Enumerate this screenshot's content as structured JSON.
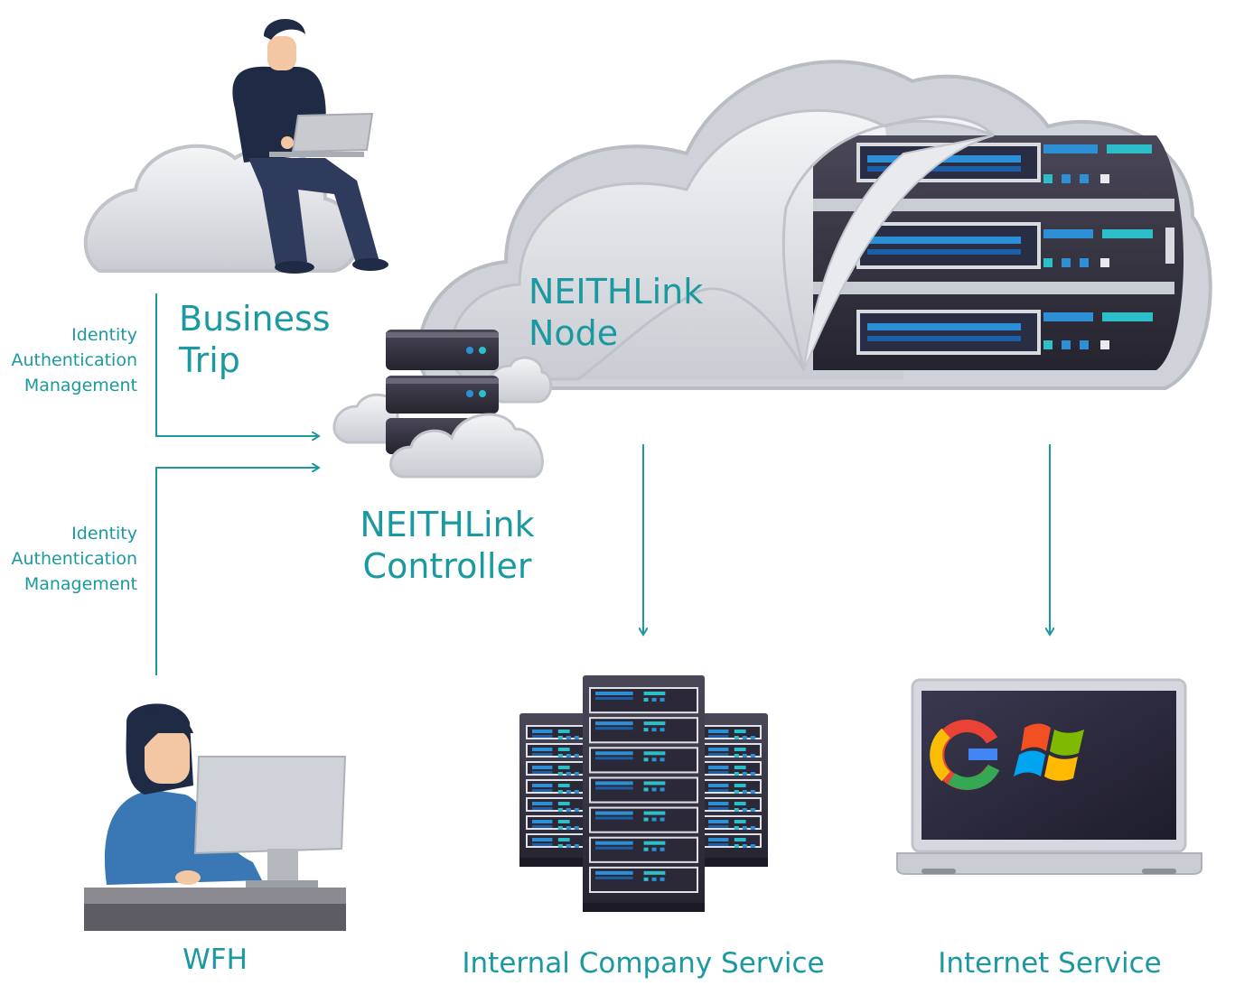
{
  "labels": {
    "neithlink_node": [
      "NEITHLink",
      "Node"
    ],
    "neithlink_controller": [
      "NEITHLink",
      "Controller"
    ],
    "business_trip": [
      "Business",
      "Trip"
    ],
    "wfh": "WFH",
    "internal_company_service": "Internal Company Service",
    "internet_service": "Internet Service",
    "identity_top": [
      "Identity",
      "Authentication",
      "Management"
    ],
    "identity_bottom": [
      "Identity",
      "Authentication",
      "Management"
    ]
  },
  "colors": {
    "accent": "#1a9aa0",
    "navy": "#1f2a44",
    "cloud": "#d5d8de",
    "server_dark": "#34323f",
    "screen": "#2b2a3d",
    "skin": "#f3c7a3"
  },
  "icons": [
    "business-traveler-icon",
    "cloud-icon",
    "server-stack-icon",
    "server-rack-icon",
    "laptop-icon",
    "google-logo-icon",
    "windows-logo-icon",
    "wfh-worker-icon"
  ]
}
